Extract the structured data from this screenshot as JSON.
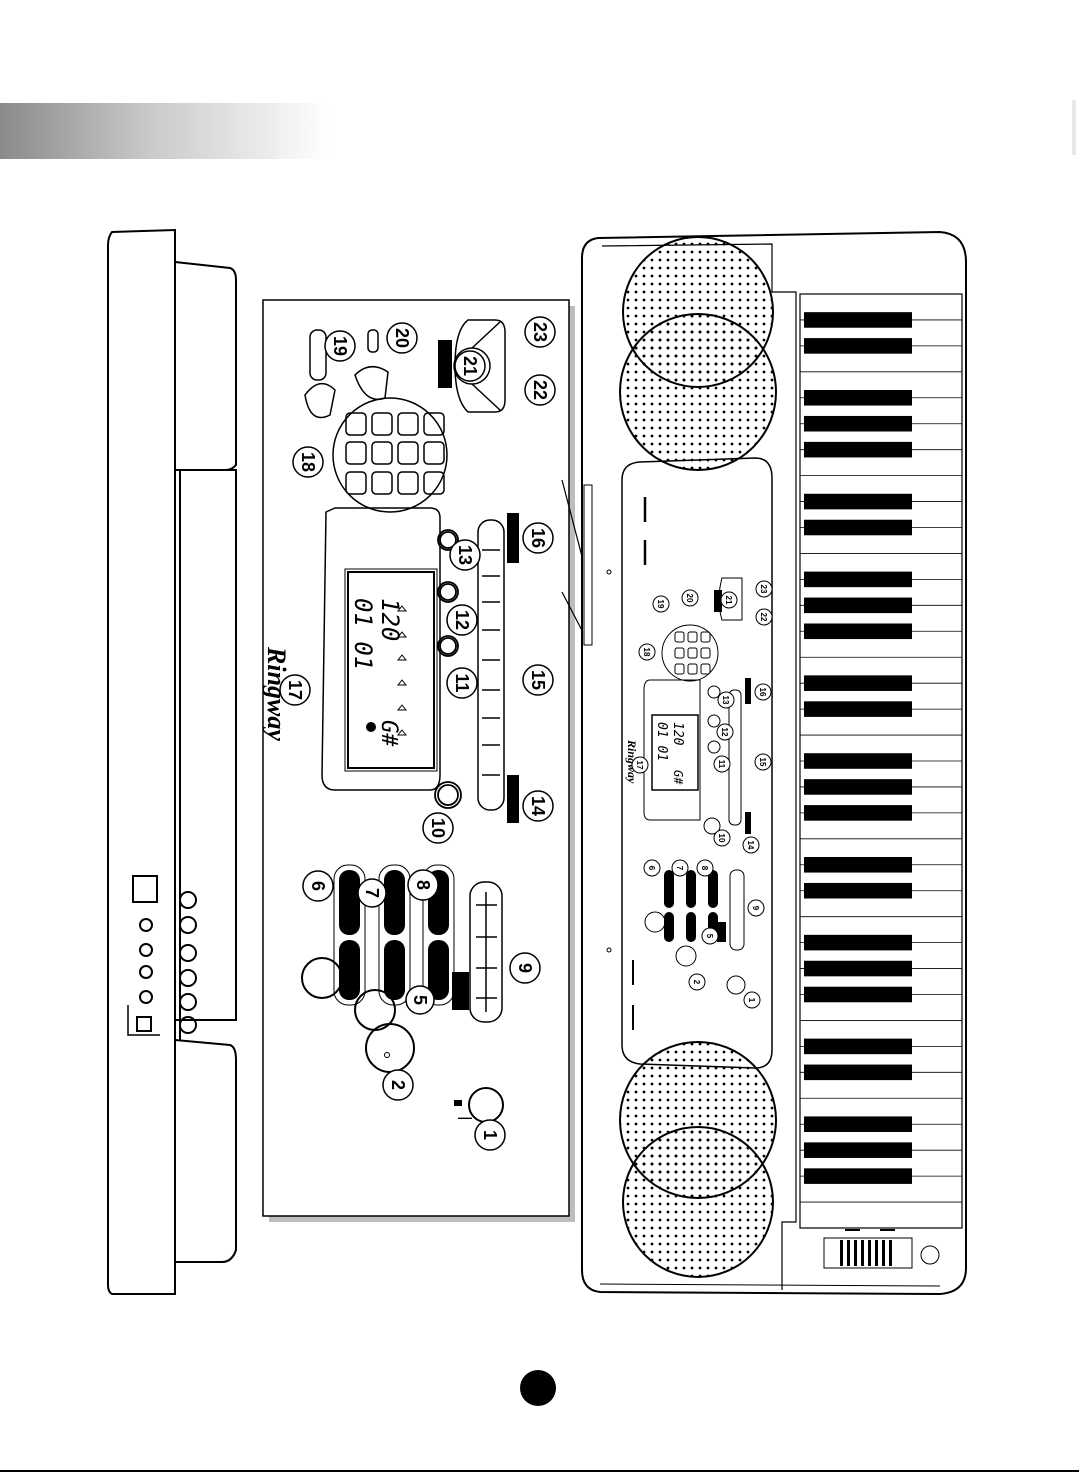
{
  "brand": "Ringway",
  "lcd": {
    "line1": "01 01",
    "line2": "120",
    "note": "G#"
  },
  "small_lcd": {
    "line1": "01 01",
    "line2": "120",
    "note": "G#"
  },
  "callouts": [
    "1",
    "2",
    "5",
    "6",
    "7",
    "8",
    "9",
    "10",
    "11",
    "12",
    "13",
    "14",
    "15",
    "16",
    "17",
    "18",
    "19",
    "20",
    "21",
    "22",
    "23"
  ]
}
